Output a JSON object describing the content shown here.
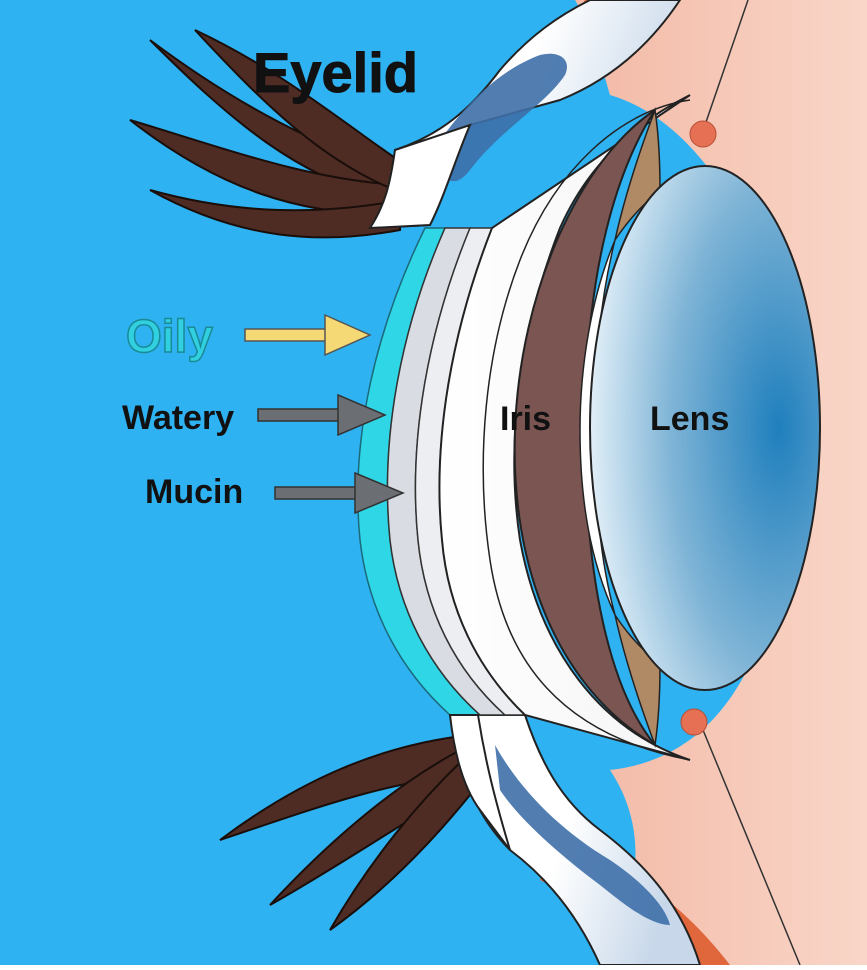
{
  "labels": {
    "eyelid": "Eyelid",
    "oily": "Oily",
    "watery": "Watery",
    "mucin": "Mucin",
    "iris": "Iris",
    "lens": "Lens"
  },
  "colors": {
    "background": "#2fb2f2",
    "skin_light": "#f7cbbb",
    "skin_dark": "#e0663c",
    "eyelid_white": "#ffffff",
    "eyelid_blue": "#3e6fa8",
    "eyelash": "#4e2c24",
    "oily_layer": "#2fd6e6",
    "watery_layer": "#d9dde3",
    "iris": "#7a5552",
    "lens_light": "#e8f3fa",
    "lens_dark": "#1f7fbd",
    "ligament": "#e67054",
    "arrow_oily": "#f5d974",
    "arrow_gray": "#6b6e73",
    "oily_text": "#30d0e0",
    "label_text": "#111111"
  }
}
